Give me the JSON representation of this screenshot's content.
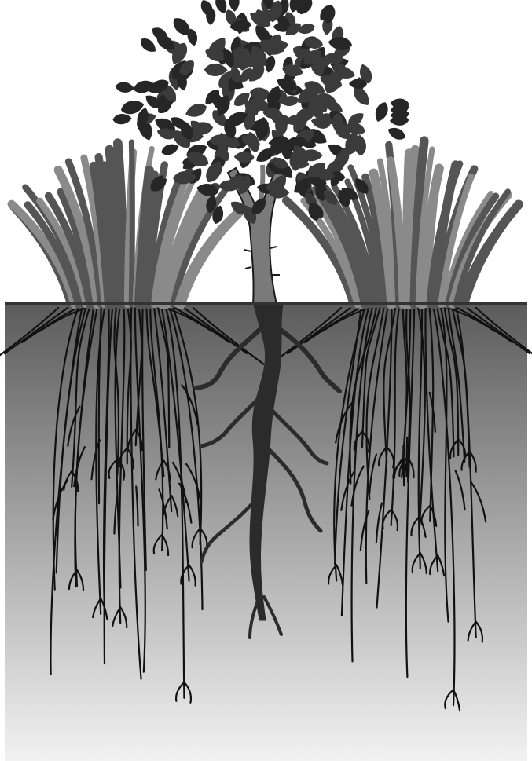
{
  "scene": {
    "elements": [
      {
        "name": "tree",
        "kind": "deciduous tree with taproot"
      },
      {
        "name": "grass-clump-left",
        "kind": "grass clump with fibrous roots"
      },
      {
        "name": "grass-clump-right",
        "kind": "grass clump with fibrous roots"
      }
    ]
  },
  "colors": {
    "sky": "#ffffff",
    "ground_line": "#333333",
    "soil_top": "#5c5c5c",
    "soil_bottom": "#f2f2f2",
    "root_line": "#111111",
    "taproot": "#2b2b2b",
    "trunk": "#7a7a7a",
    "trunk_outline": "#1a1a1a",
    "leaf_fill": "#3b3b3b",
    "leaf_dark": "#262626",
    "grass_light": "#8a8a8a",
    "grass_dark": "#555555"
  }
}
